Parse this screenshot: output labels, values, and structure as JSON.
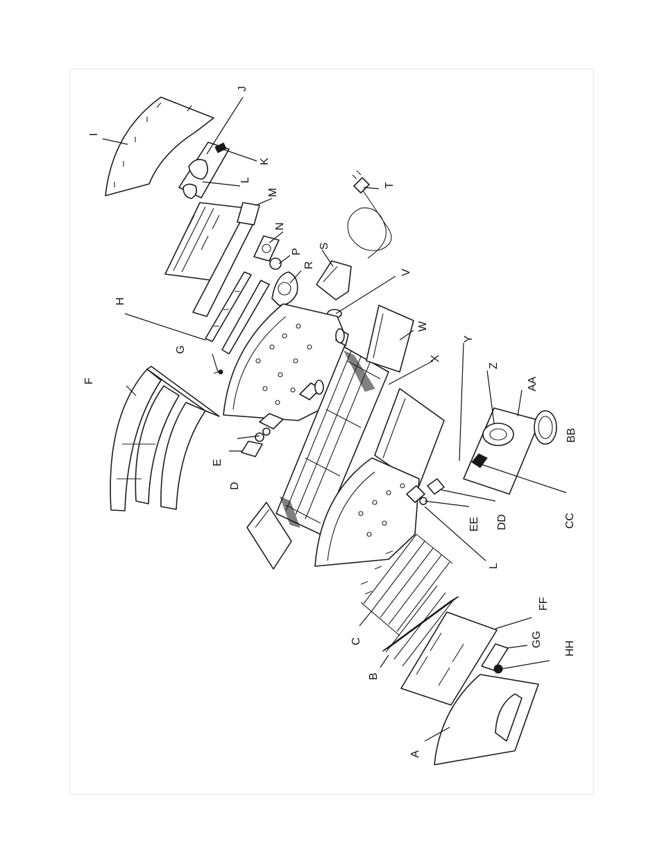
{
  "diagram": {
    "callouts": [
      {
        "id": "A",
        "text": "A"
      },
      {
        "id": "B",
        "text": "B"
      },
      {
        "id": "C",
        "text": "C"
      },
      {
        "id": "D",
        "text": "D"
      },
      {
        "id": "E",
        "text": "E"
      },
      {
        "id": "F",
        "text": "F"
      },
      {
        "id": "G",
        "text": "G"
      },
      {
        "id": "H",
        "text": "H"
      },
      {
        "id": "I",
        "text": "I"
      },
      {
        "id": "J",
        "text": "J"
      },
      {
        "id": "K",
        "text": "K"
      },
      {
        "id": "L1",
        "text": "L"
      },
      {
        "id": "M",
        "text": "M"
      },
      {
        "id": "N",
        "text": "N"
      },
      {
        "id": "P",
        "text": "P"
      },
      {
        "id": "R",
        "text": "R"
      },
      {
        "id": "S",
        "text": "S"
      },
      {
        "id": "T",
        "text": "T"
      },
      {
        "id": "V",
        "text": "V"
      },
      {
        "id": "W",
        "text": "W"
      },
      {
        "id": "X",
        "text": "X"
      },
      {
        "id": "Y",
        "text": "Y"
      },
      {
        "id": "Z",
        "text": "Z"
      },
      {
        "id": "AA",
        "text": "AA"
      },
      {
        "id": "BB",
        "text": "BB"
      },
      {
        "id": "CC",
        "text": "CC"
      },
      {
        "id": "DD",
        "text": "DD"
      },
      {
        "id": "EE",
        "text": "EE"
      },
      {
        "id": "L2",
        "text": "L"
      },
      {
        "id": "FF",
        "text": "FF"
      },
      {
        "id": "GG",
        "text": "GG"
      },
      {
        "id": "HH",
        "text": "HH"
      }
    ]
  }
}
